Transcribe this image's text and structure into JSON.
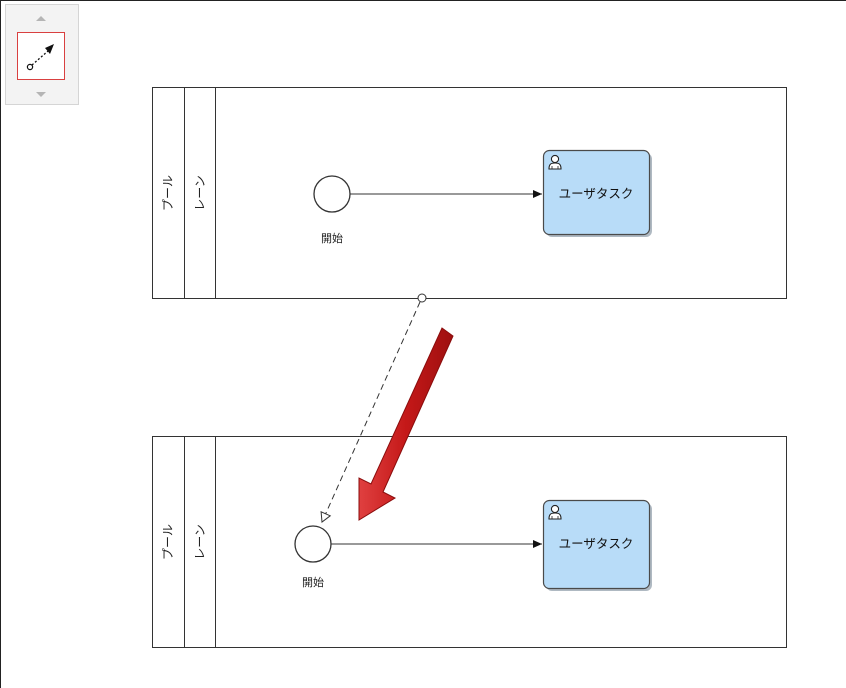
{
  "palette": {
    "tool_icon": "dotted-connector-arrow-icon",
    "scroll_up_icon": "triangle-up-icon",
    "scroll_down_icon": "triangle-down-icon"
  },
  "pool1": {
    "pool_label": "プール",
    "lane_label": "レーン",
    "start_label": "開始",
    "task_label": "ユーザタスク"
  },
  "pool2": {
    "pool_label": "プール",
    "lane_label": "レーン",
    "start_label": "開始",
    "task_label": "ユーザタスク"
  },
  "colors": {
    "task_fill": "#b8dcf8",
    "arrow_red": "#cc1d1d",
    "palette_border": "#d94040"
  }
}
